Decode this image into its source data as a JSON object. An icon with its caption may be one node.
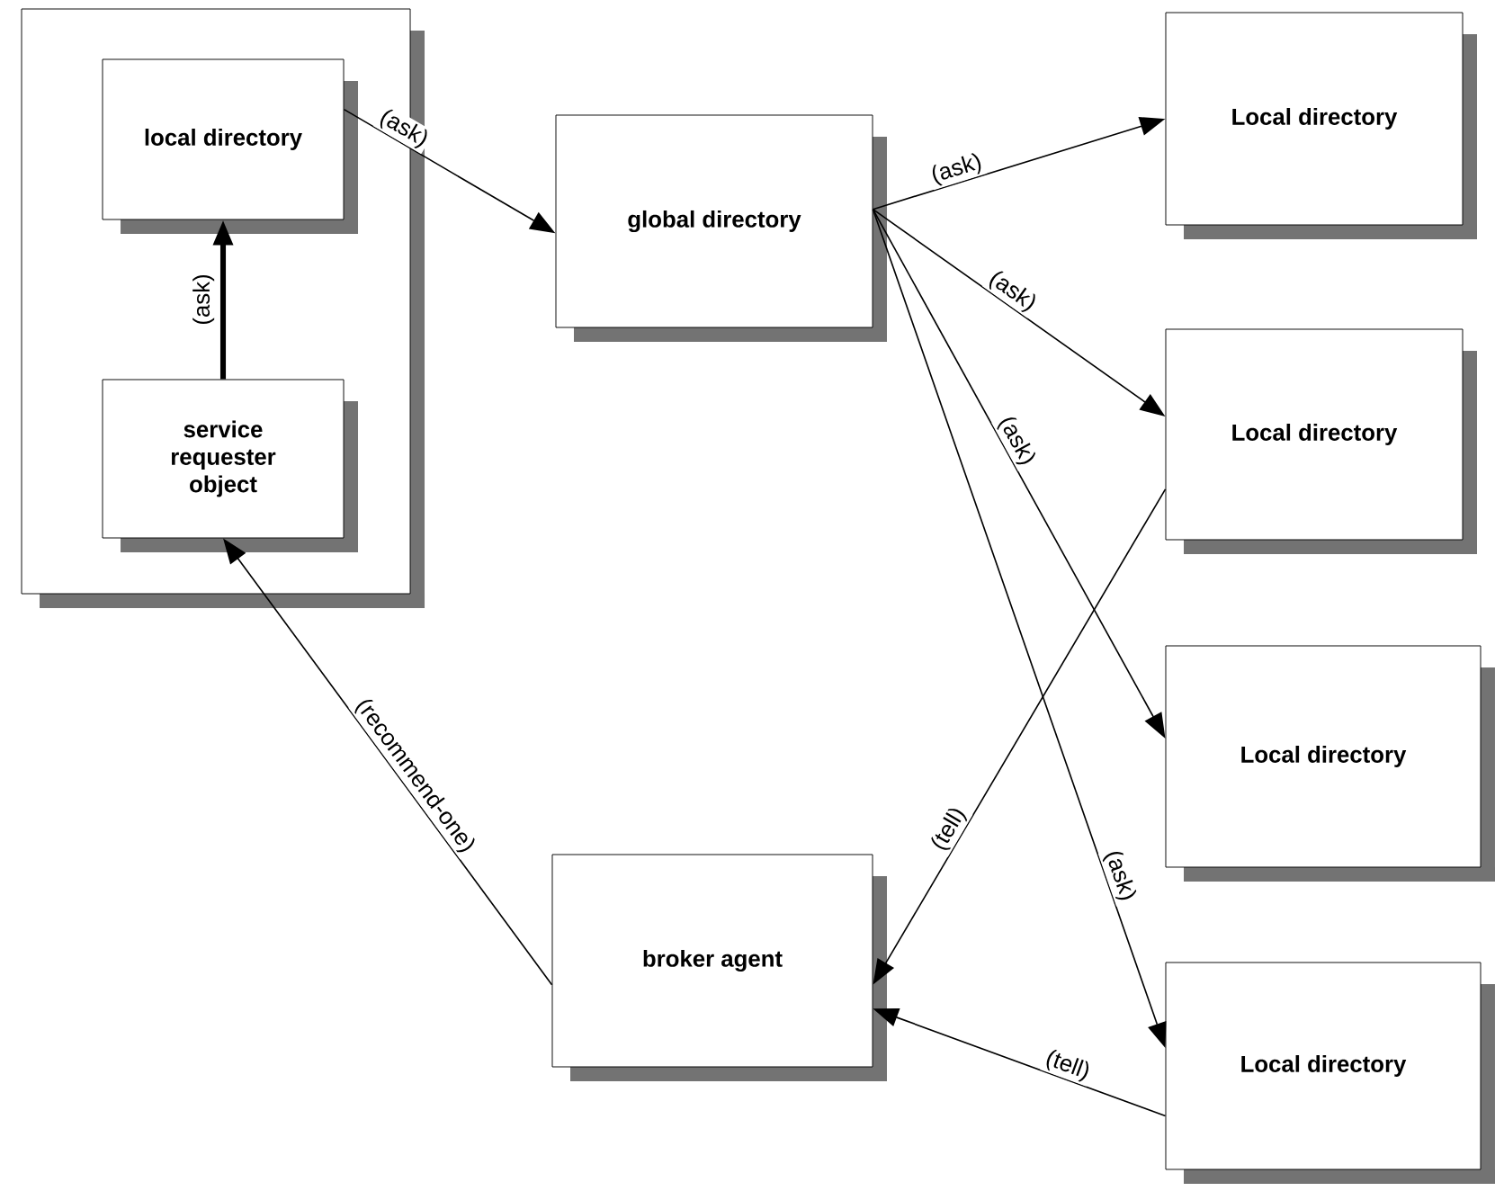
{
  "diagram": {
    "nodes": [
      {
        "text": [],
        "shape": "box"
      },
      {
        "text": [
          "local directory"
        ],
        "in": 0
      },
      {
        "text": [
          "service requester object"
        ],
        "in": 0
      },
      {
        "text": [
          "global directory"
        ]
      },
      {
        "text": [
          "Local directory"
        ]
      },
      {
        "text": [
          "Local directory"
        ]
      },
      {
        "text": [
          "Local directory"
        ]
      },
      {
        "text": [
          "Local directory"
        ]
      },
      {
        "text": [
          "broker agent"
        ]
      }
    ],
    "edges": [
      {
        "from": 2,
        "to": 1,
        "arrow": "to",
        "label": "(ask)",
        "style": "thick"
      },
      {
        "from": 1,
        "to": 3,
        "arrow": "to",
        "label": "(ask)"
      },
      {
        "from": 3,
        "to": 4,
        "arrow": "to",
        "label": "(ask)"
      },
      {
        "from": 3,
        "to": 5,
        "arrow": "to",
        "label": "(ask)"
      },
      {
        "from": 3,
        "to": 6,
        "arrow": "to",
        "label": "(ask)"
      },
      {
        "from": 3,
        "to": 7,
        "arrow": "to",
        "label": "(ask)"
      },
      {
        "from": 5,
        "to": 8,
        "arrow": "to",
        "label": "(tell)"
      },
      {
        "from": 7,
        "to": 8,
        "arrow": "to",
        "label": "(tell)"
      },
      {
        "from": 8,
        "to": 2,
        "arrow": "to",
        "label": "(recommend-one)"
      }
    ]
  }
}
